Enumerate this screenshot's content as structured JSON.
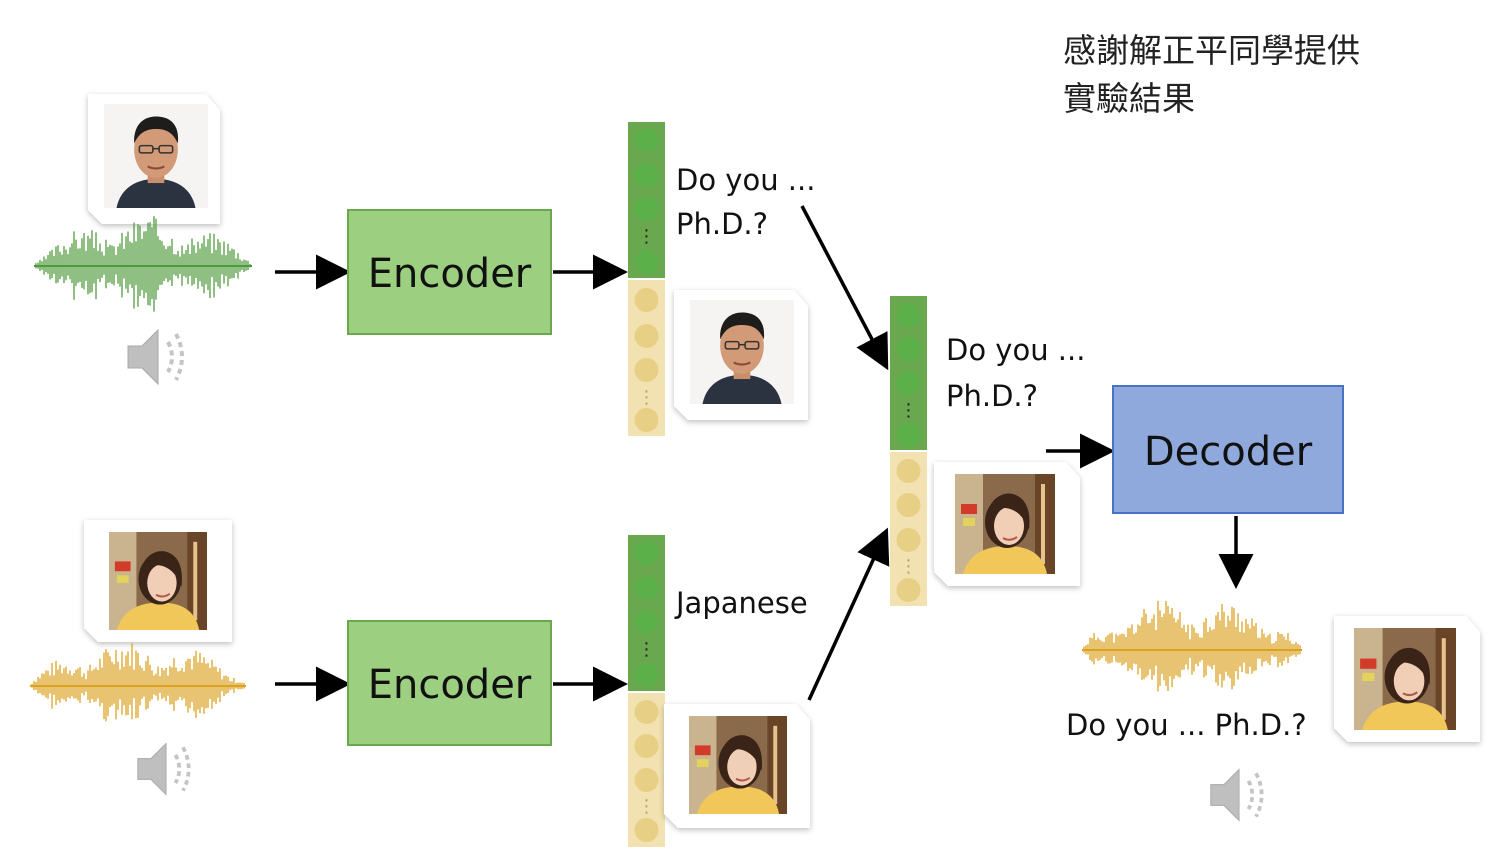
{
  "credit": {
    "line1": "感謝解正平同學提供",
    "line2": "實驗結果"
  },
  "encoder_top": {
    "label": "Encoder"
  },
  "encoder_bottom": {
    "label": "Encoder"
  },
  "decoder": {
    "label": "Decoder"
  },
  "vector_top": {
    "content_line1": "Do you ...",
    "content_line2": "Ph.D.?"
  },
  "vector_bottom": {
    "content_label": "Japanese"
  },
  "vector_mix": {
    "content_line1": "Do you ...",
    "content_line2": "Ph.D.?"
  },
  "output": {
    "caption": "Do you ... Ph.D.?"
  },
  "colors": {
    "encoder_fill": "#9ccf80",
    "encoder_stroke": "#6aa84f",
    "decoder_fill": "#8fa9dc",
    "decoder_stroke": "#4a72c4",
    "content_bar": "#6aa84f",
    "content_dot": "#5bb04a",
    "speaker_bar": "#f3e2b1",
    "speaker_dot": "#e8cf86",
    "wave_male": "#4e9a3a",
    "wave_female": "#dca21f",
    "arrow": "#000000"
  },
  "icons": {
    "speaker": "speaker-volume-icon",
    "male": "male-speaker-portrait",
    "female": "female-speaker-portrait"
  }
}
